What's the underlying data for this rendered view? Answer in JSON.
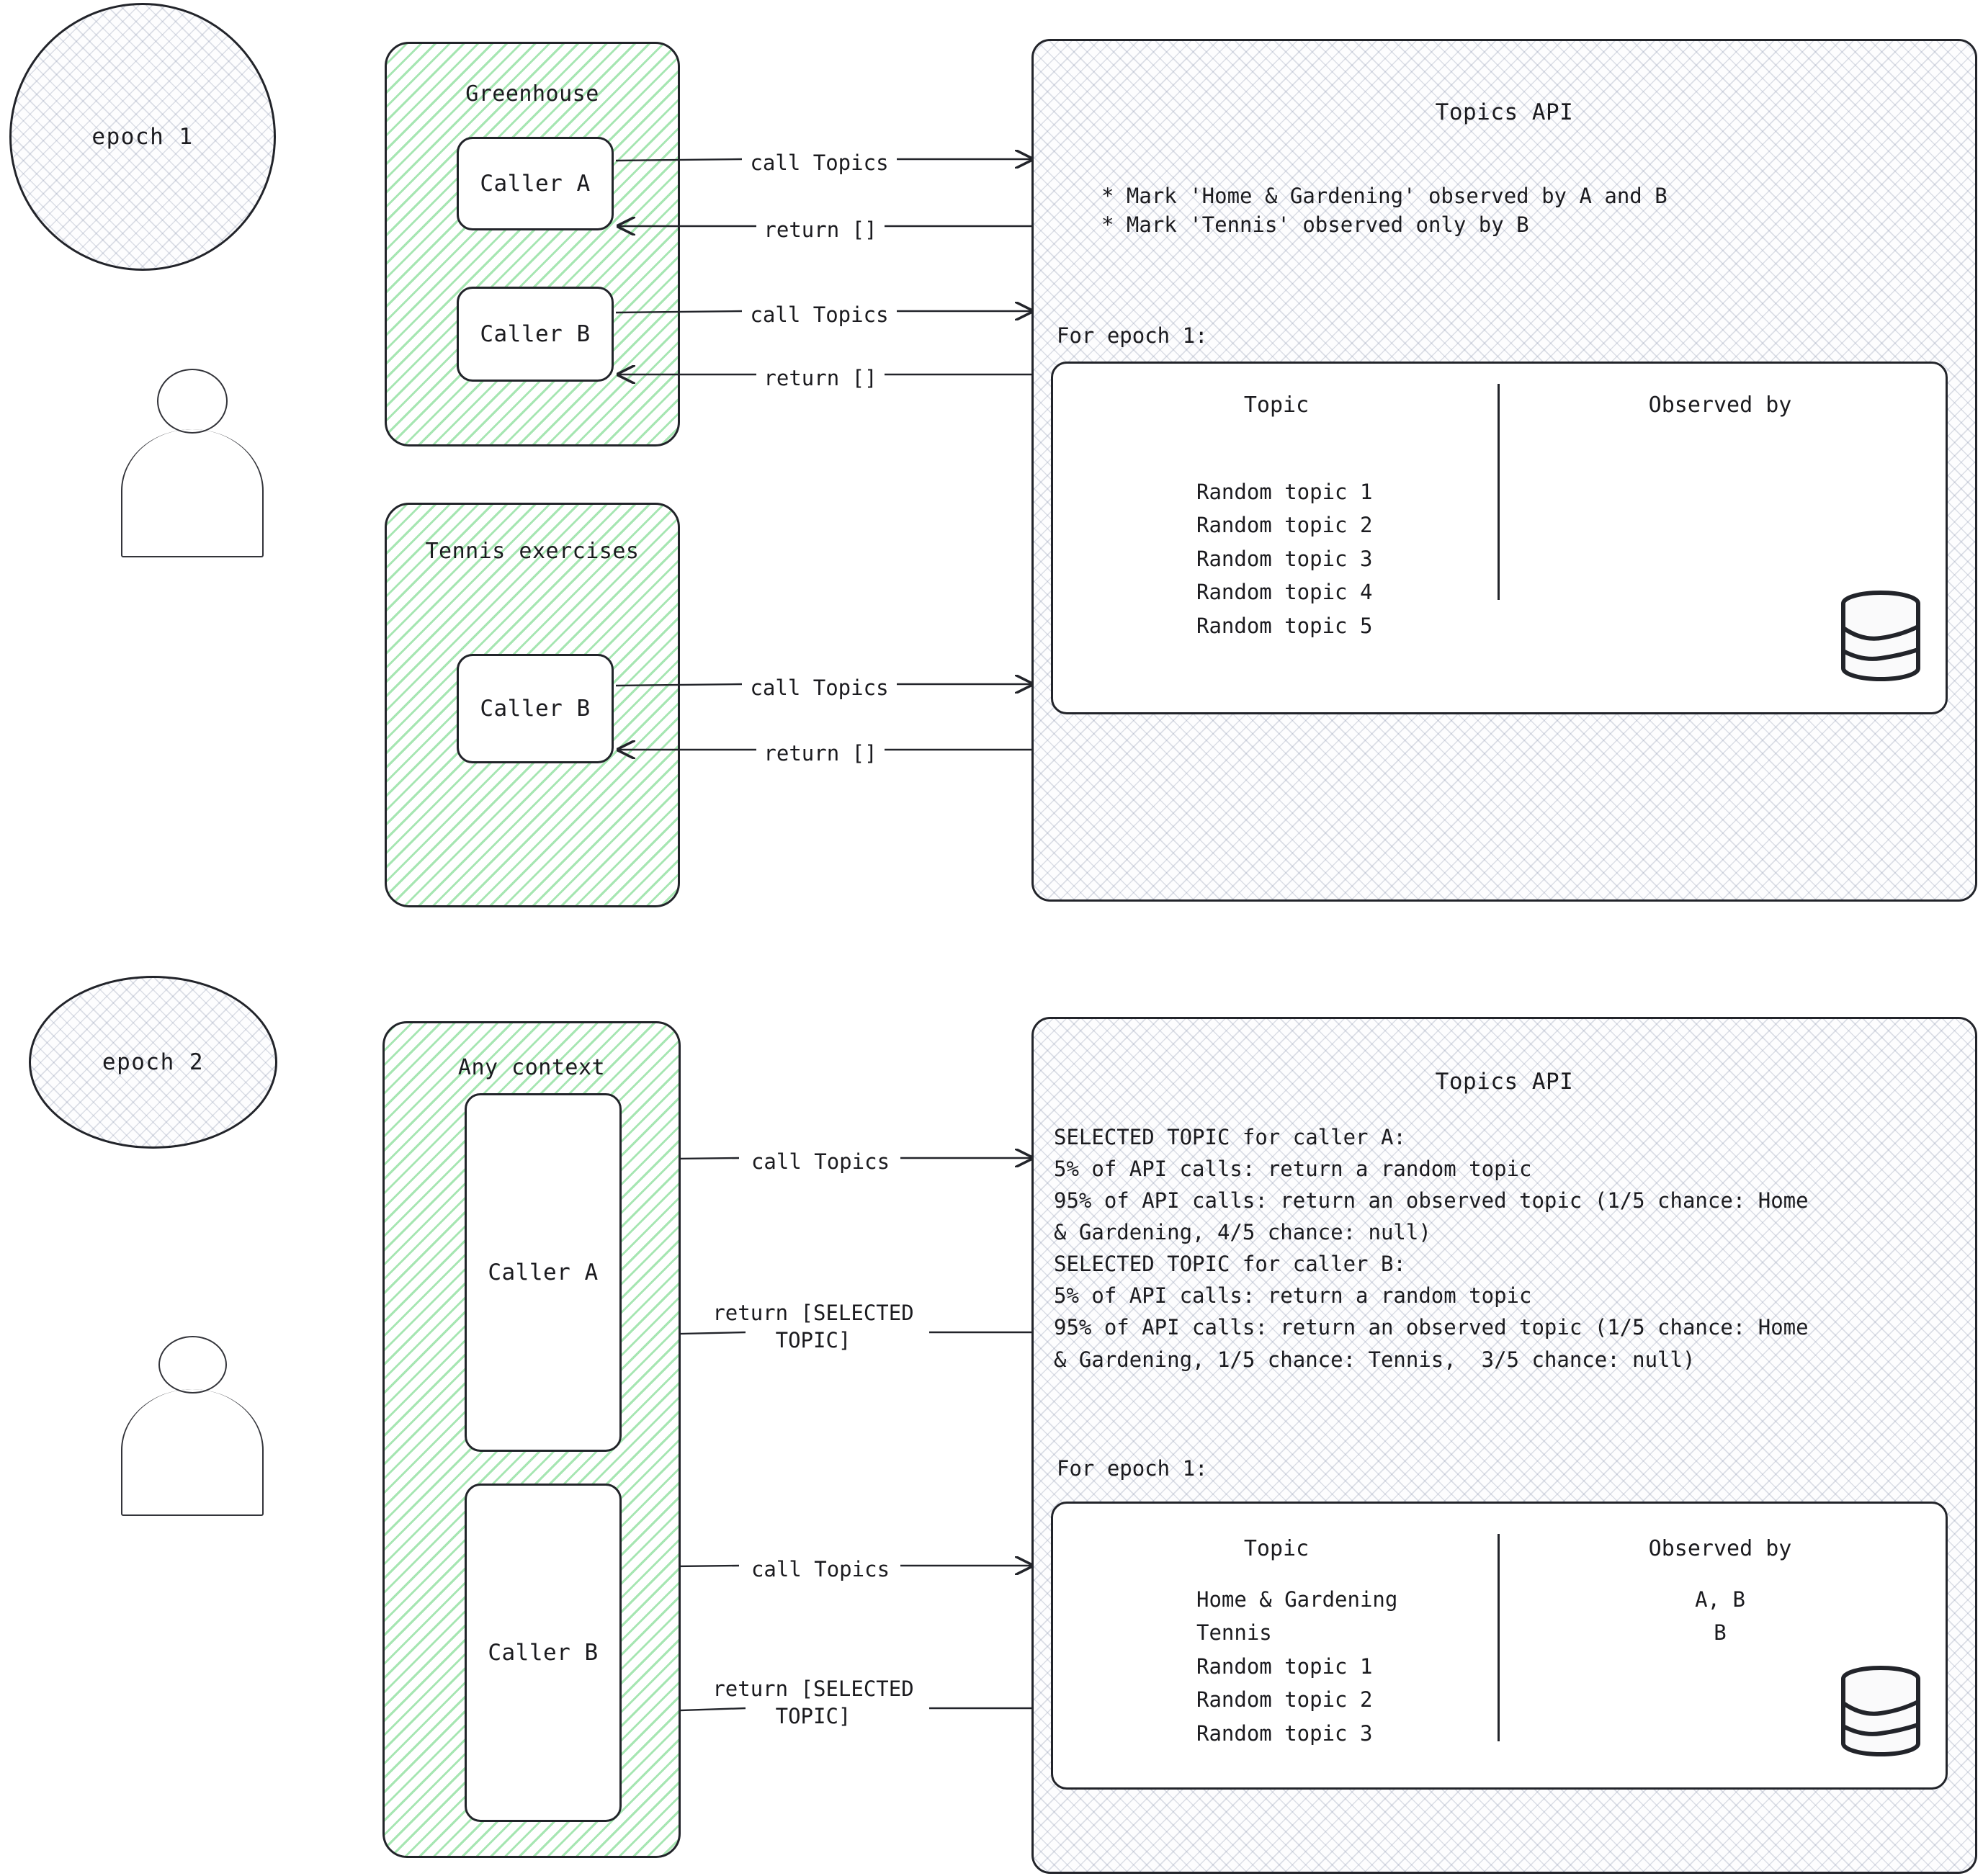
{
  "epoch1": {
    "circle_label": "epoch 1",
    "zones": [
      {
        "title": "Greenhouse",
        "callers": [
          "Caller A",
          "Caller B"
        ]
      },
      {
        "title": "Tennis exercises",
        "callers": [
          "Caller B"
        ]
      }
    ],
    "arrows": [
      {
        "label": "call Topics",
        "direction": "right"
      },
      {
        "label": "return []",
        "direction": "left"
      },
      {
        "label": "call Topics",
        "direction": "right"
      },
      {
        "label": "return []",
        "direction": "left"
      },
      {
        "label": "call Topics",
        "direction": "right"
      },
      {
        "label": "return []",
        "direction": "left"
      }
    ],
    "api": {
      "title": "Topics API",
      "bullets": [
        "* Mark 'Home & Gardening' observed by A and B",
        "* Mark 'Tennis' observed only by B"
      ],
      "section_label": "For epoch 1:",
      "table": {
        "columns": [
          "Topic",
          "Observed by"
        ],
        "rows": [
          {
            "topic": "Random topic 1",
            "observed_by": ""
          },
          {
            "topic": "Random topic 2",
            "observed_by": ""
          },
          {
            "topic": "Random topic 3",
            "observed_by": ""
          },
          {
            "topic": "Random topic 4",
            "observed_by": ""
          },
          {
            "topic": "Random topic 5",
            "observed_by": ""
          }
        ]
      },
      "storage_icon": "database-cylinder-icon"
    }
  },
  "epoch2": {
    "circle_label": "epoch 2",
    "zones": [
      {
        "title": "Any context",
        "callers": [
          "Caller A",
          "Caller B"
        ]
      }
    ],
    "arrows": [
      {
        "label": "call Topics",
        "direction": "right"
      },
      {
        "label": "return [SELECTED\nTOPIC]",
        "direction": "left"
      },
      {
        "label": "call Topics",
        "direction": "right"
      },
      {
        "label": "return [SELECTED\nTOPIC]",
        "direction": "left"
      }
    ],
    "api": {
      "title": "Topics API",
      "rules": [
        "SELECTED TOPIC for caller A:",
        "5% of API calls: return a random topic",
        "95% of API calls: return an observed topic (1/5 chance: Home",
        "& Gardening, 4/5 chance: null)",
        "",
        "SELECTED TOPIC for caller B:",
        "5% of API calls: return a random topic",
        "95% of API calls: return an observed topic (1/5 chance: Home",
        "& Gardening, 1/5 chance: Tennis,  3/5 chance: null)"
      ],
      "section_label": "For epoch 1:",
      "table": {
        "columns": [
          "Topic",
          "Observed by"
        ],
        "rows": [
          {
            "topic": "Home & Gardening",
            "observed_by": "A, B"
          },
          {
            "topic": "Tennis",
            "observed_by": "B"
          },
          {
            "topic": "Random topic 1",
            "observed_by": ""
          },
          {
            "topic": "Random topic 2",
            "observed_by": ""
          },
          {
            "topic": "Random topic 3",
            "observed_by": ""
          }
        ]
      },
      "storage_icon": "database-cylinder-icon"
    }
  },
  "colors": {
    "stroke": "#22242a",
    "zone_hatch": "#70d682",
    "panel_hatch": "#8c96af",
    "background": "#ffffff"
  }
}
